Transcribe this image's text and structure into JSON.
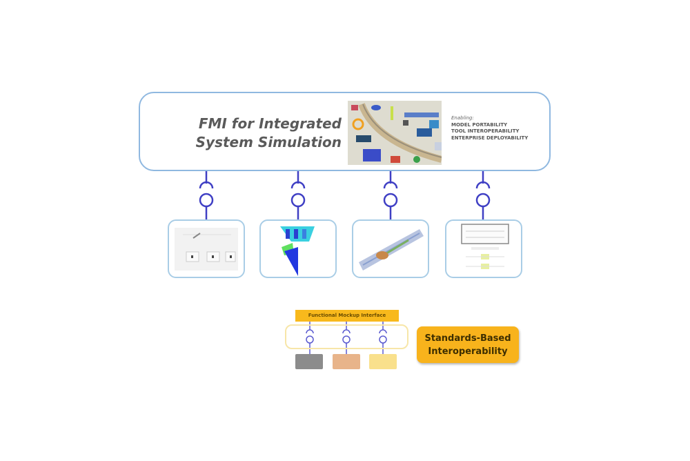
{
  "header": {
    "title_line1": "FMI for Integrated",
    "title_line2": "System Simulation",
    "enabling_label": "Enabling:",
    "benefits": [
      "MODEL PORTABILITY",
      "TOOL INTEROPERABILITY",
      "ENTERPRISE DEPLOYABILITY"
    ]
  },
  "image_collage": {
    "description": "Integrated system simulation collage image"
  },
  "sub_models": [
    {
      "name": "system-block-diagram",
      "description": "Block diagram model"
    },
    {
      "name": "fea-contour-model",
      "description": "Finite element contour model"
    },
    {
      "name": "pipeline-cfd-model",
      "description": "Pipeline simulation model"
    },
    {
      "name": "process-flowchart-model",
      "description": "Process flowchart model"
    }
  ],
  "legend": {
    "fmi_label": "Functional Mockup Interface",
    "component_colors": [
      "#8c8c8c",
      "#e8b48a",
      "#f9e08c"
    ],
    "callout_line1": "Standards-Based",
    "callout_line2": "Interoperability"
  },
  "colors": {
    "box_border": "#8fb8e0",
    "connector": "#3f3fc4",
    "accent_orange": "#f8b31c"
  }
}
